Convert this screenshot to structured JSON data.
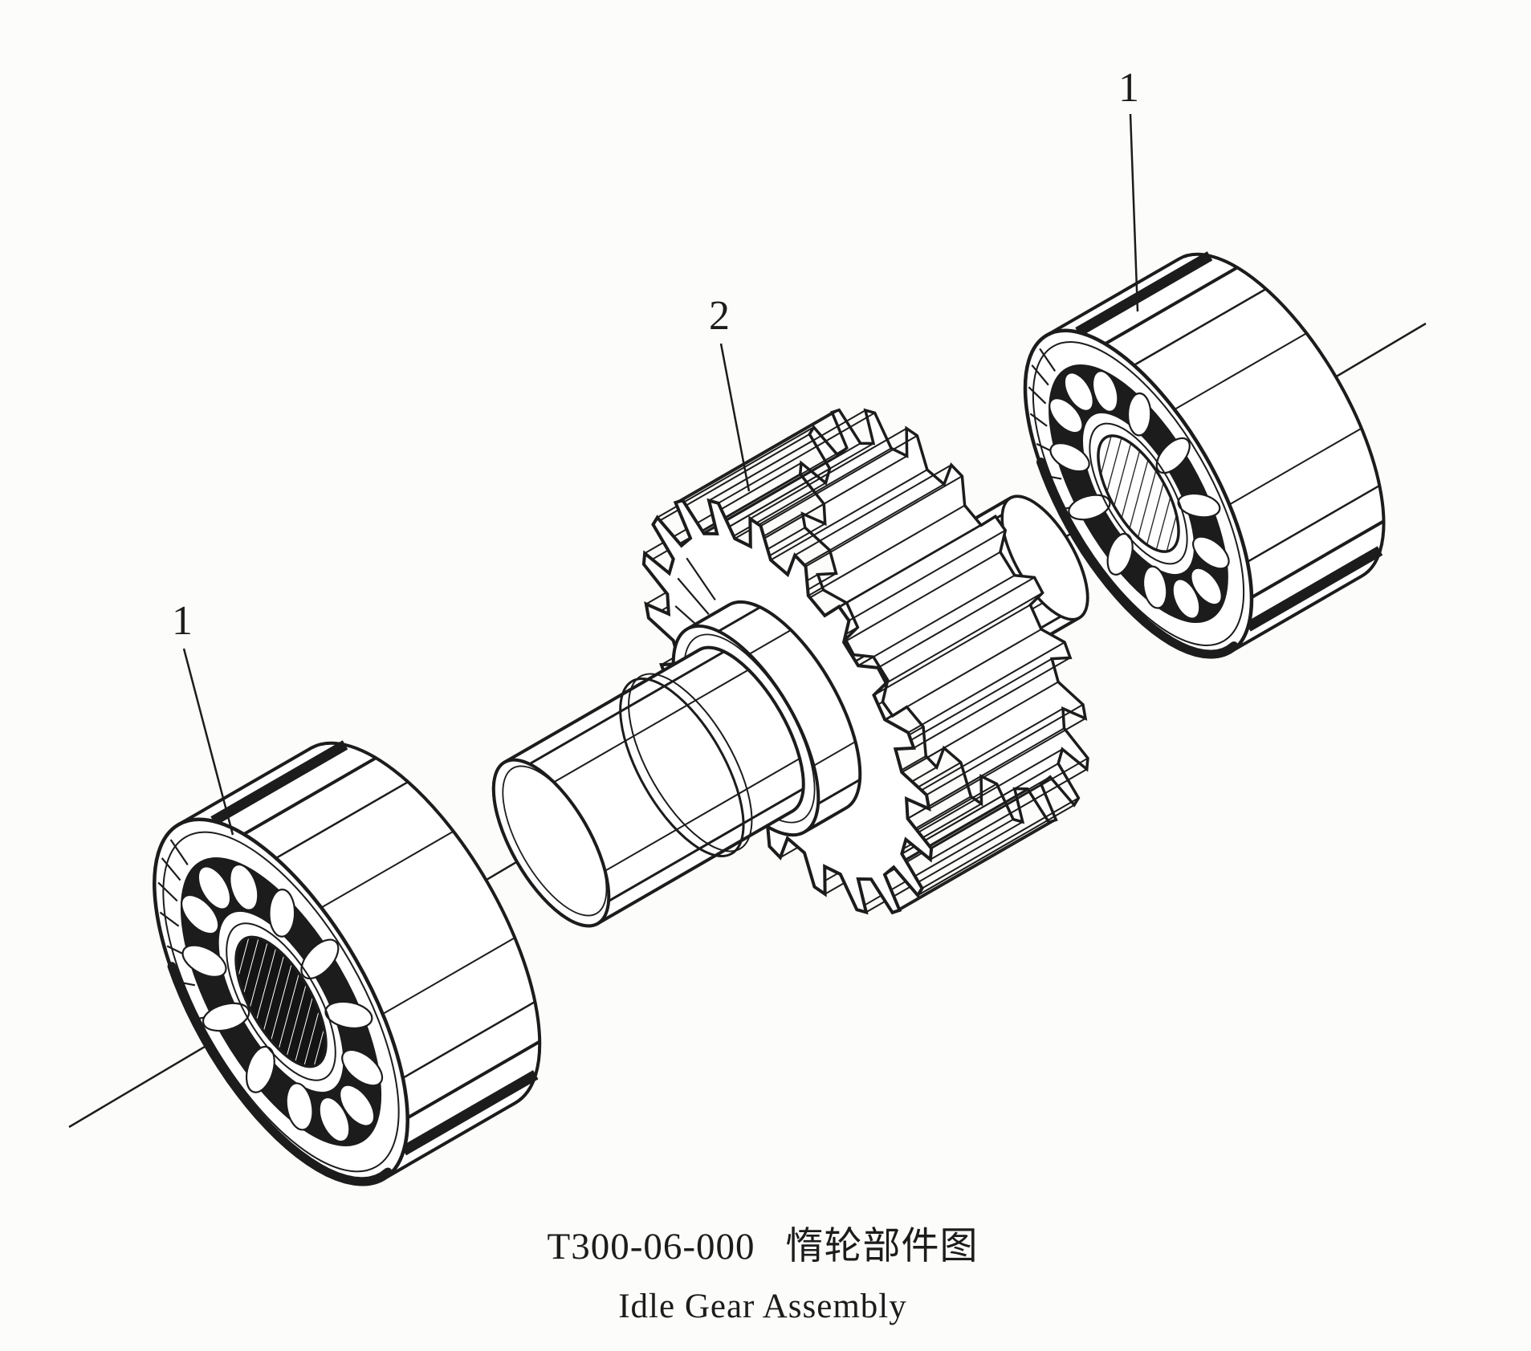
{
  "figure": {
    "title_code": "T300-06-000",
    "title_cn": "惰轮部件图",
    "title_en": "Idle Gear Assembly",
    "callouts": [
      {
        "label": "1",
        "part": "roller-bearing-right"
      },
      {
        "label": "2",
        "part": "idle-gear"
      },
      {
        "label": "1",
        "part": "roller-bearing-left"
      }
    ],
    "colors": {
      "ink": "#1c1c1c",
      "paper": "#fcfcfa"
    }
  }
}
